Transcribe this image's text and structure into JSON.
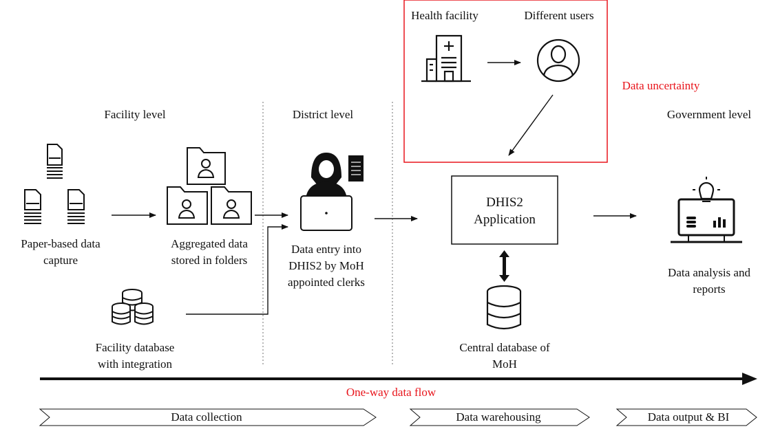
{
  "levels": {
    "facility": "Facility level",
    "district": "District level",
    "government": "Government level"
  },
  "uncertainty_box": {
    "health_facility": "Health facility",
    "different_users": "Different users",
    "data_uncertainty": "Data uncertainty"
  },
  "nodes": {
    "paper_line1": "Paper-based data",
    "paper_line2": "capture",
    "aggregated_line1": "Aggregated data",
    "aggregated_line2": "stored in folders",
    "facility_db_line1": "Facility database",
    "facility_db_line2": "with integration",
    "clerks_line1": "Data entry into",
    "clerks_line2": "DHIS2 by MoH",
    "clerks_line3": "appointed clerks",
    "dhis2_line1": "DHIS2",
    "dhis2_line2": "Application",
    "central_db_line1": "Central database of",
    "central_db_line2": "MoH",
    "analysis_line1": "Data analysis and",
    "analysis_line2": "reports"
  },
  "flow": {
    "label": "One-way data flow"
  },
  "phases": {
    "collection": "Data collection",
    "warehousing": "Data warehousing",
    "output": "Data output & BI"
  },
  "colors": {
    "accent_red": "#e8141b",
    "ink": "#111111"
  }
}
